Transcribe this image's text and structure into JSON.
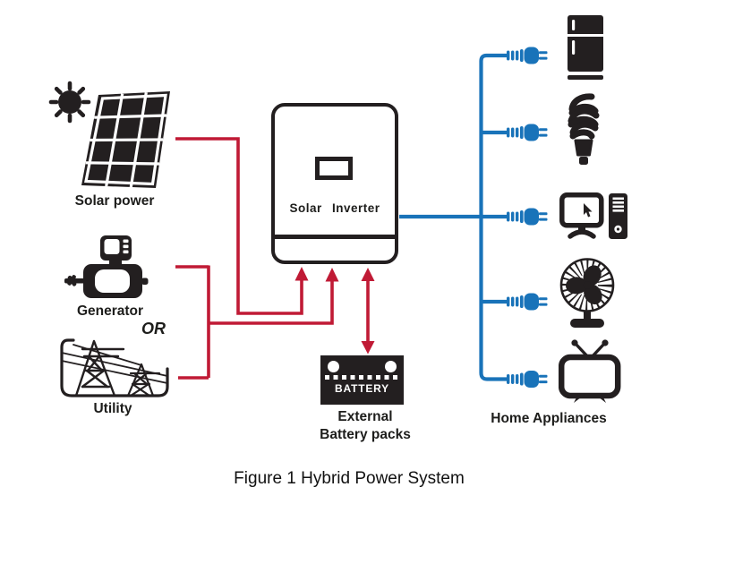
{
  "colors": {
    "red": "#C01A35",
    "blue": "#1973B9",
    "black": "#231F20"
  },
  "labels": {
    "solar": "Solar power",
    "generator": "Generator",
    "or": "OR",
    "utility": "Utility",
    "inverter": "Solar Inverter",
    "battery": "BATTERY",
    "battery_caption_1": "External",
    "battery_caption_2": "Battery packs",
    "appliances": "Home Appliances",
    "caption": "Figure 1 Hybrid Power System"
  },
  "appliance_icons": [
    "refrigerator",
    "cfl-bulb",
    "desktop-computer",
    "fan",
    "television"
  ],
  "flows": [
    {
      "from": "solar-panel",
      "to": "solar-inverter",
      "color": "red"
    },
    {
      "from": "generator-or-utility",
      "to": "solar-inverter",
      "color": "red"
    },
    {
      "from": "solar-inverter",
      "to": "external-battery",
      "color": "red",
      "bidirectional": true
    },
    {
      "from": "solar-inverter",
      "to": "home-appliances",
      "color": "blue"
    }
  ]
}
